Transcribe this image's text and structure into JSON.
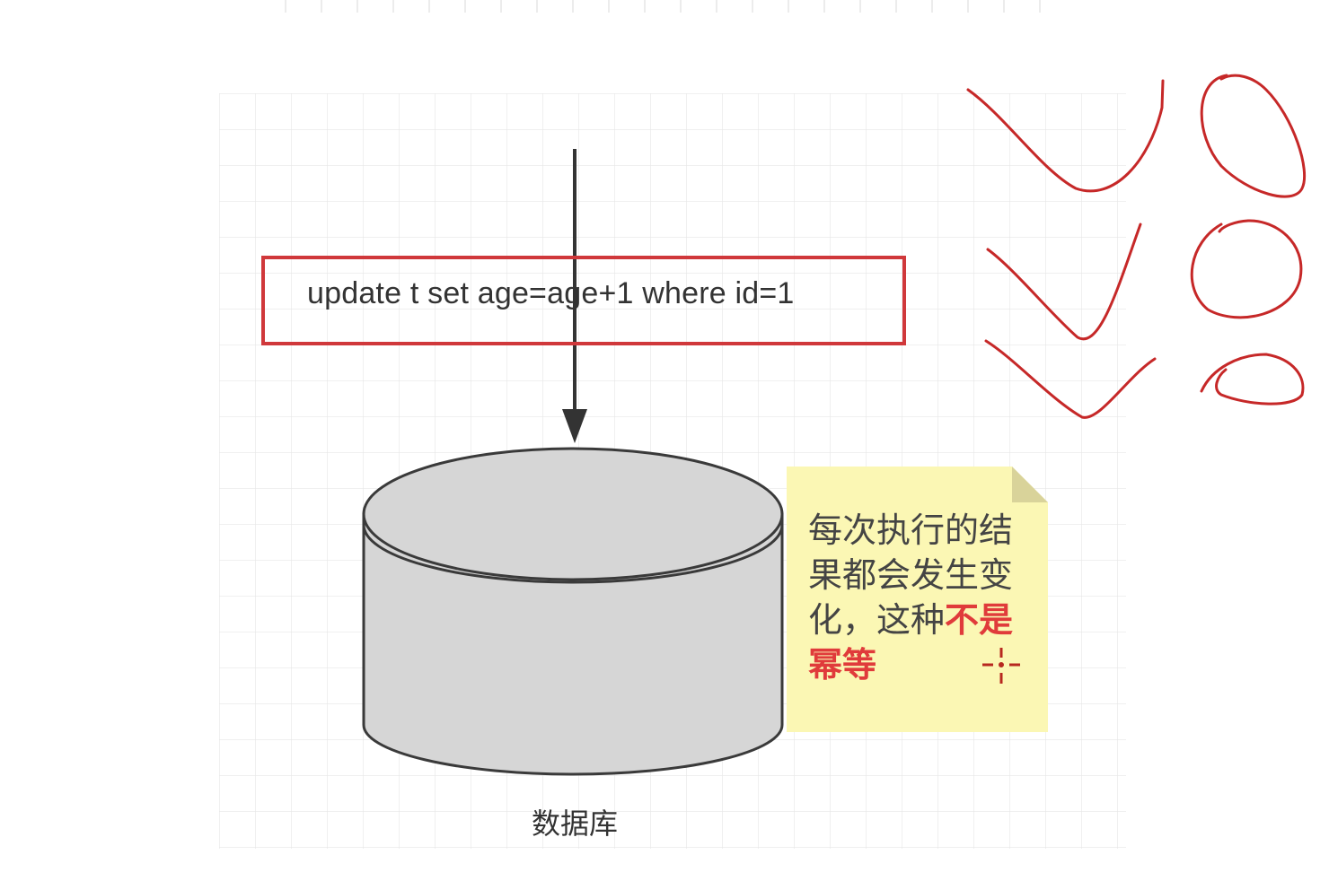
{
  "diagram": {
    "sql_statement": "update t set age=age+1 where id=1",
    "database_label": "数据库",
    "note": {
      "text_plain": "每次执行的结果都会发生变化，这种",
      "text_highlight": "不是幂等"
    },
    "colors": {
      "grid": "#e6e6e6",
      "arrow": "#333333",
      "box_border": "#d0383b",
      "cylinder_fill": "#d6d6d6",
      "cylinder_stroke": "#3a3a3a",
      "note_fill": "#fbf7b4",
      "note_fold": "#d9d39a",
      "highlight": "#e03b3b",
      "annotation_ink": "#c62828"
    }
  }
}
